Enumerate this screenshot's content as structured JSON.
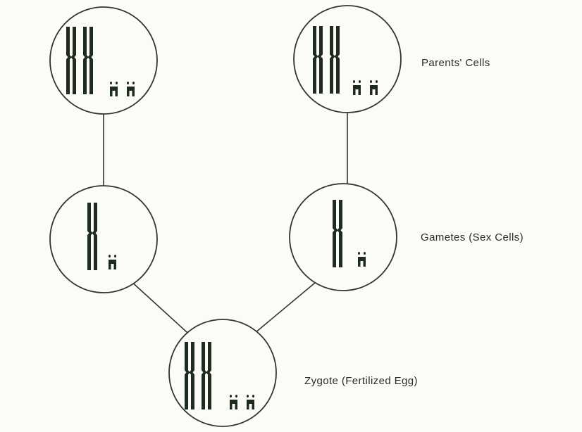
{
  "labels": {
    "parents": "Parents' Cells",
    "gametes": "Gametes (Sex Cells)",
    "zygote": "Zygote (Fertilized Egg)"
  },
  "cells": [
    {
      "id": "parent-cell-left",
      "large_chromosomes": 2,
      "small_chromosomes": 2
    },
    {
      "id": "parent-cell-right",
      "large_chromosomes": 2,
      "small_chromosomes": 2
    },
    {
      "id": "gamete-cell-left",
      "large_chromosomes": 1,
      "small_chromosomes": 1
    },
    {
      "id": "gamete-cell-right",
      "large_chromosomes": 1,
      "small_chromosomes": 1
    },
    {
      "id": "zygote-cell",
      "large_chromosomes": 2,
      "small_chromosomes": 2
    }
  ],
  "colors": {
    "background": "#fbfbf7",
    "stroke": "#333333",
    "chromosome": "#1f2b1f"
  }
}
